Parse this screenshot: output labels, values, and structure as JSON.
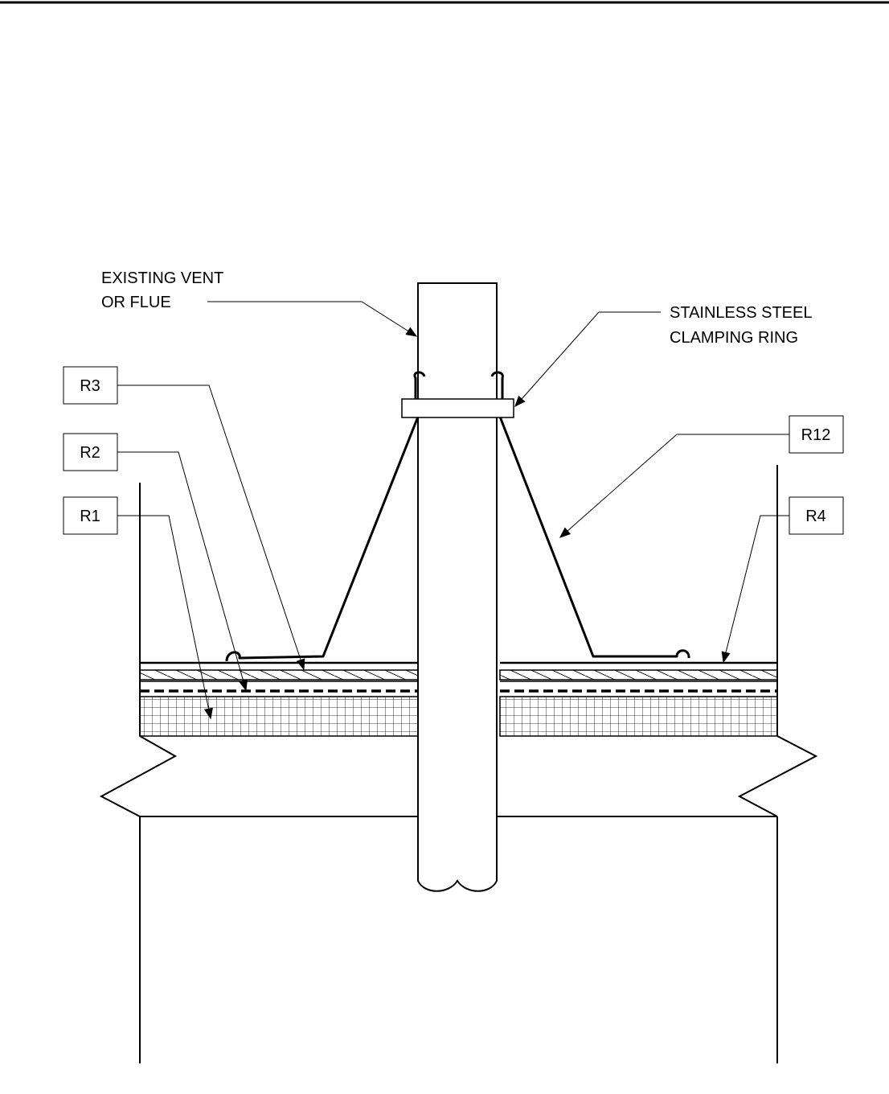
{
  "callouts": {
    "vent": {
      "line1": "EXISTING VENT",
      "line2": "OR FLUE"
    },
    "ring": {
      "line1": "STAINLESS STEEL",
      "line2": "CLAMPING RING"
    }
  },
  "tags": {
    "r1": "R1",
    "r2": "R2",
    "r3": "R3",
    "r4": "R4",
    "r12": "R12"
  }
}
